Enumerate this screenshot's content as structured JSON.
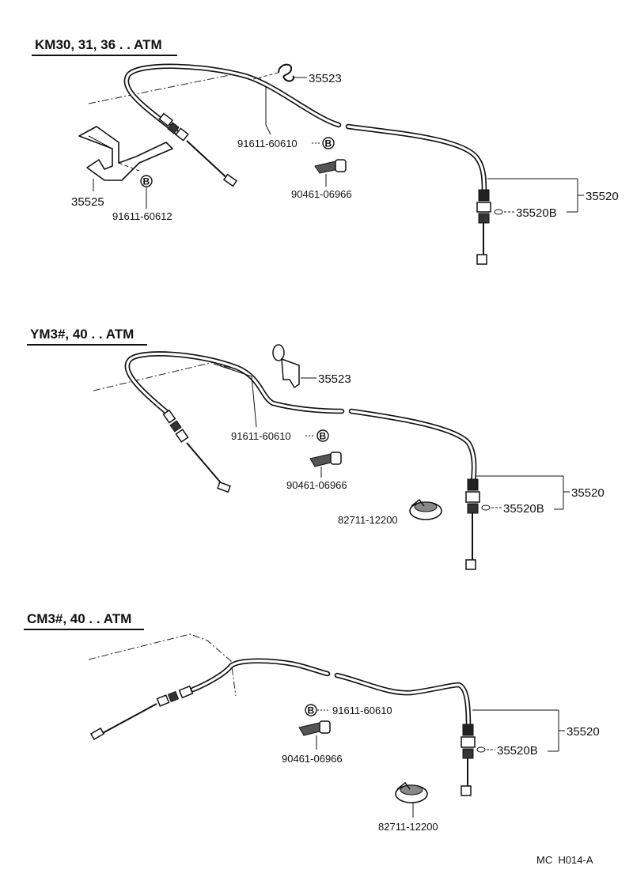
{
  "sections": [
    {
      "title": "KM30, 31, 36 . . ATM",
      "parts": {
        "clip": "35523",
        "bolt_top": "91611-60610",
        "grommet": "90461-06966",
        "cable_assy": "35520",
        "clip_b": "35520B",
        "bracket": "35525",
        "bolt_bracket": "91611-60612"
      }
    },
    {
      "title": "YM3#, 40 . . ATM",
      "parts": {
        "clip": "35523",
        "bolt_top": "91611-60610",
        "grommet": "90461-06966",
        "cable_assy": "35520",
        "clip_b": "35520B",
        "clamp": "82711-12200"
      }
    },
    {
      "title": "CM3#, 40 . . ATM",
      "parts": {
        "bolt_top": "91611-60610",
        "grommet": "90461-06966",
        "cable_assy": "35520",
        "clip_b": "35520B",
        "clamp": "82711-12200"
      }
    }
  ],
  "bolt_marker": "B",
  "footer_code": "MC  H014-A"
}
